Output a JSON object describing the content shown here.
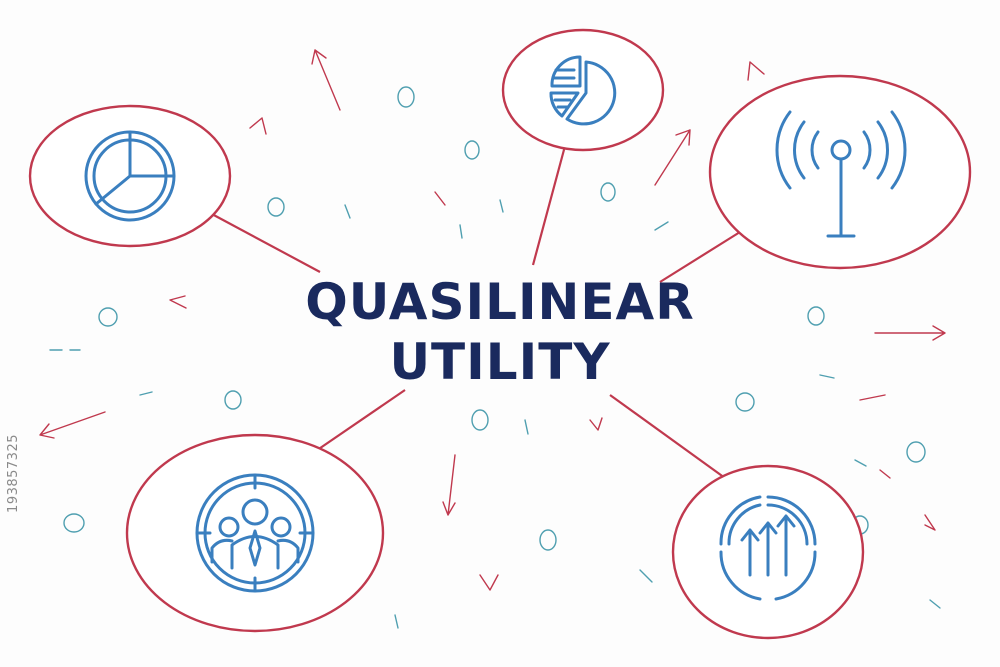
{
  "title": {
    "line1": "QUASILINEAR",
    "line2": "UTILITY",
    "color": "#1a2a5e"
  },
  "watermark": "193857325",
  "colors": {
    "frame": "#c0394e",
    "icon": "#3a7fbf",
    "accent_teal": "#4f9fb0",
    "background": "#fdfdfd"
  },
  "nodes": [
    {
      "name": "node-top-left",
      "icon": "pie-chart-icon"
    },
    {
      "name": "node-top-center",
      "icon": "pie-chart-exploded-icon"
    },
    {
      "name": "node-top-right",
      "icon": "antenna-signal-icon"
    },
    {
      "name": "node-bottom-left",
      "icon": "team-target-icon"
    },
    {
      "name": "node-bottom-right",
      "icon": "growth-arrows-icon"
    }
  ]
}
